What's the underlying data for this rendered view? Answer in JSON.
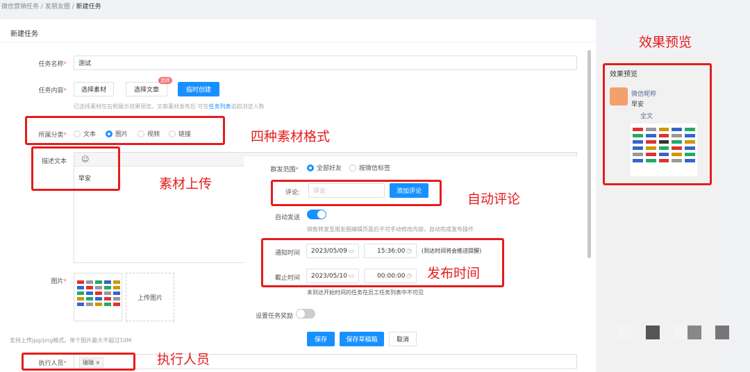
{
  "breadcrumb": {
    "items": [
      "微信营销任务",
      "发朋友圈",
      "新建任务"
    ],
    "sep": "/"
  },
  "page_title": "新建任务",
  "form": {
    "name_label": "任务名称",
    "name_value": "测试",
    "content_label": "任务内容",
    "btn_select_material": "选择素材",
    "btn_select_article": "选择文章",
    "badge_track": "追踪",
    "btn_temp_create": "临时创建",
    "content_hint_a": "已选择素材在右侧展示效果预览。文章素材发布后 可在",
    "content_hint_link": "任务列表",
    "content_hint_b": "追踪浏览人数",
    "category_label": "所属分类",
    "categories": [
      "文本",
      "图片",
      "视频",
      "链接"
    ],
    "desc_label": "描述文本",
    "desc_value": "早安",
    "image_label": "图片",
    "upload_label": "上传图片",
    "upload_hint": "支持上传jpg/png格式。单个图片最大不超过10M",
    "executor_label": "执行人员",
    "executor_tag": "瑞瑞 ×"
  },
  "overlay": {
    "scope_label": "群发范围",
    "scope_options": [
      "全部好友",
      "按微信标签"
    ],
    "comment_label": "评论:",
    "comment_placeholder": "评论",
    "btn_add_comment": "添加评论",
    "auto_send_label": "自动发送",
    "auto_send_hint": "销售转发至朋友圈编辑页面后不可手动修改内容。自动完成发布操作",
    "notify_label": "通知时间",
    "notify_date": "2023/05/09",
    "notify_time": "15:36:00",
    "notify_note": "(到达时间将会推送提醒)",
    "deadline_label": "截止时间",
    "deadline_date": "2023/05/10",
    "deadline_time": "00:00:00",
    "time_hint": "未到达开始时间的任务在员工任务列表中不可见",
    "reward_label": "设置任务奖励",
    "btn_save": "保存",
    "btn_save_draft": "保存草稿箱",
    "btn_cancel": "取消"
  },
  "preview": {
    "title": "效果预览",
    "nickname": "微信昵称",
    "text": "早安",
    "full_text": "全文"
  },
  "annotations": {
    "preview": "效果预览",
    "formats": "四种素材格式",
    "upload": "素材上传",
    "comment": "自动评论",
    "publish_time": "发布时间",
    "executor": "执行人员"
  },
  "icons": {
    "emoji": "☺",
    "calendar": "▭",
    "clock": "◷"
  },
  "colors": {
    "accent": "#1890ff",
    "annotation": "#e51c1c"
  }
}
